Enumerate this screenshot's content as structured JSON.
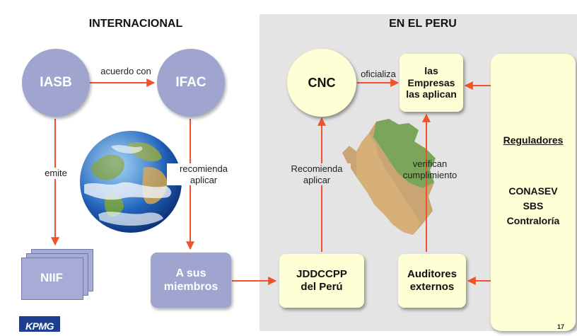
{
  "headings": {
    "left": "INTERNACIONAL",
    "right": "EN EL PERU"
  },
  "nodes": {
    "iasb": "IASB",
    "ifac": "IFAC",
    "niif": "NIIF",
    "miembros": "A sus\nmiembros",
    "cnc": "CNC",
    "empresas": "las\nEmpresas\nlas aplican",
    "jddccpp": "JDDCCPP\ndel Perú",
    "auditores": "Auditores\nexternos"
  },
  "edge_labels": {
    "acuerdo": "acuerdo con",
    "emite": "emite",
    "recomienda_aplicar": "recomienda\naplicar",
    "oficializa": "oficializa",
    "recomienda_aplicar_cnc": "Recomienda\naplicar",
    "verifican": "verifican\ncumplimiento"
  },
  "reguladores": {
    "title": "Reguladores",
    "items": [
      "CONASEV",
      "SBS",
      "Contraloría"
    ]
  },
  "footer": {
    "logo": "KPMG",
    "page": "17"
  },
  "colors": {
    "arrow": "#f0522c",
    "node_blue": "#9fa5cf",
    "node_yellow": "#ffffd6",
    "panel_gray": "#e4e4e4"
  }
}
